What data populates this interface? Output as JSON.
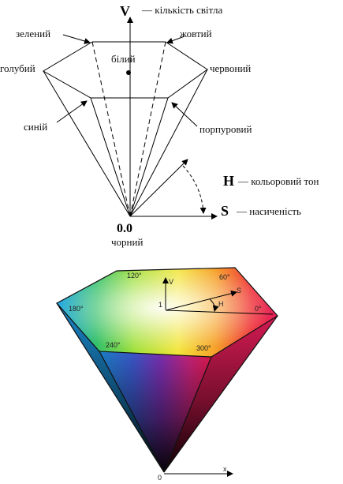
{
  "top": {
    "axis_v": "V",
    "v_desc": "— кількість світла",
    "h_sym": "H",
    "h_desc": "— кольоровий тон",
    "s_sym": "S",
    "s_desc": "— насиченість",
    "origin": "0.0",
    "black": "чорний",
    "white": "білий",
    "green": "зелений",
    "yellow": "жовтий",
    "cyan": "голубий",
    "red": "червоний",
    "blue": "синій",
    "magenta": "порпуровий"
  },
  "bottom": {
    "deg120": "120°",
    "deg60": "60°",
    "deg180": "180°",
    "deg0": "0°",
    "deg240": "240°",
    "deg300": "300°",
    "v": "V",
    "one": "1",
    "s": "S",
    "h": "H",
    "zero": "0",
    "x": "x"
  }
}
